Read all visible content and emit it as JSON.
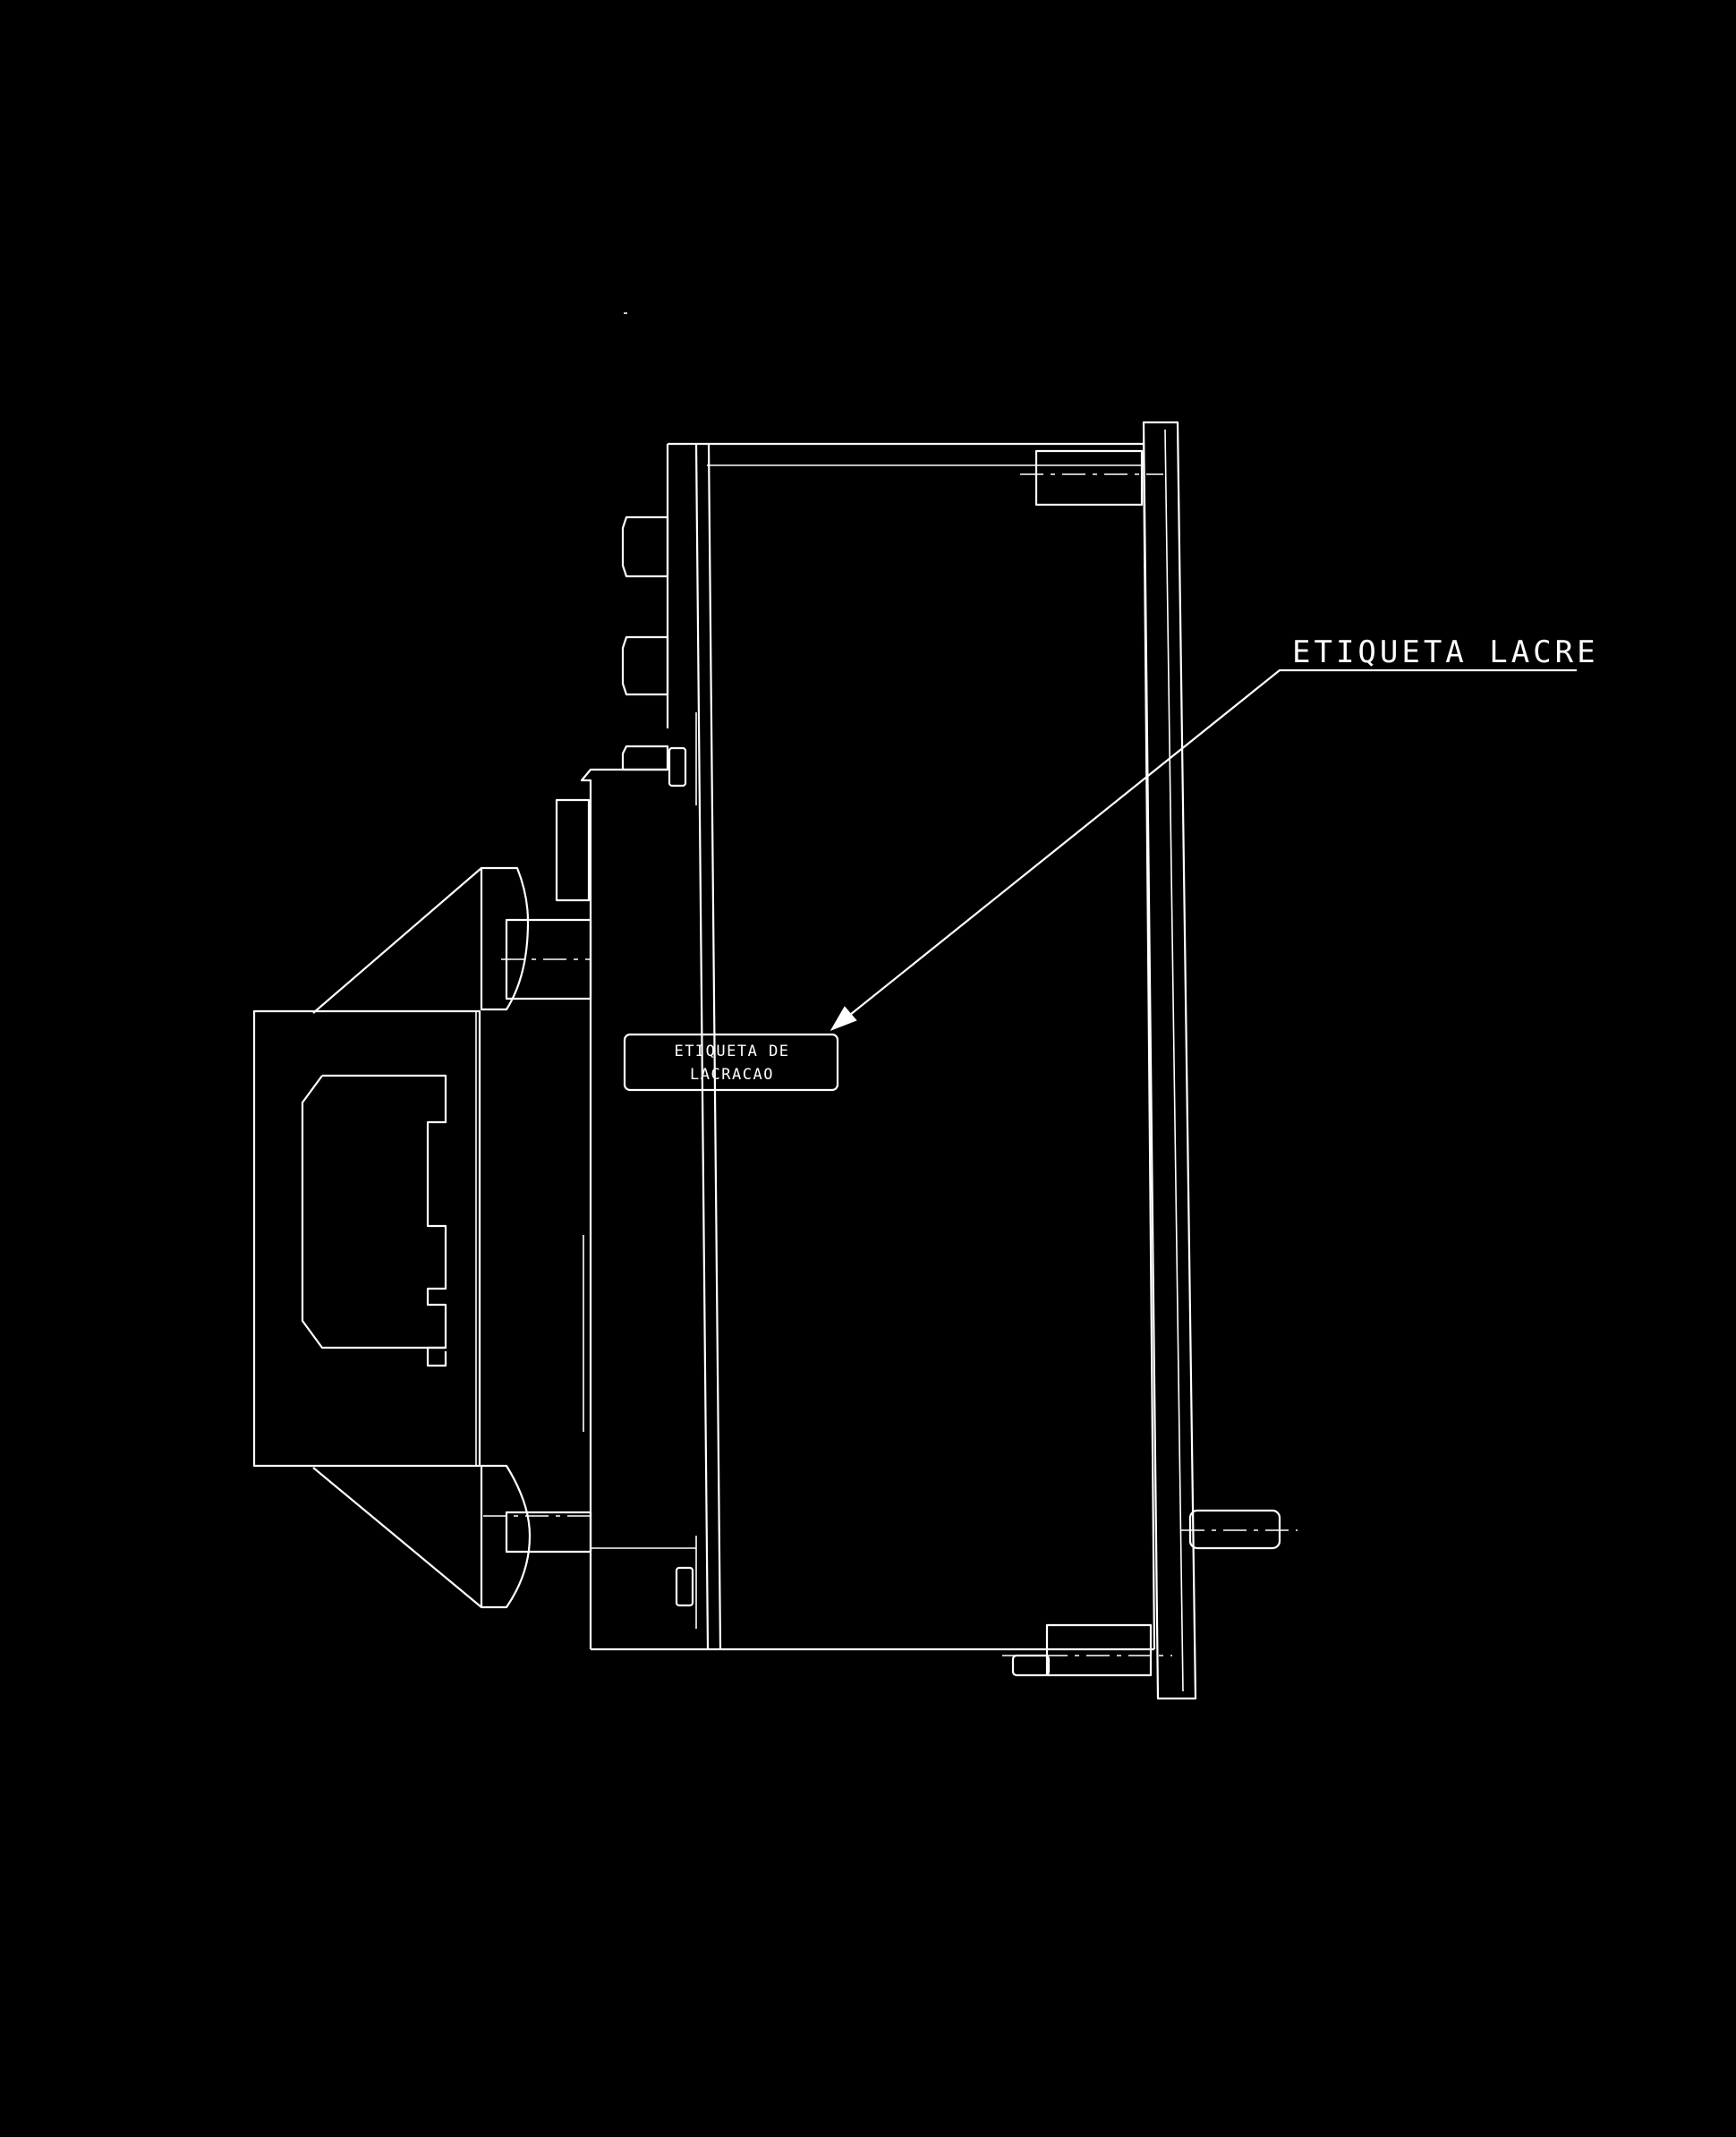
{
  "drawing": {
    "callout_label": "ETIQUETA LACRE",
    "label_text": {
      "line1": "ETIQUETA DE",
      "line2": "LACRACAO"
    },
    "colors": {
      "background": "#000000",
      "lines": "#ffffff"
    }
  }
}
